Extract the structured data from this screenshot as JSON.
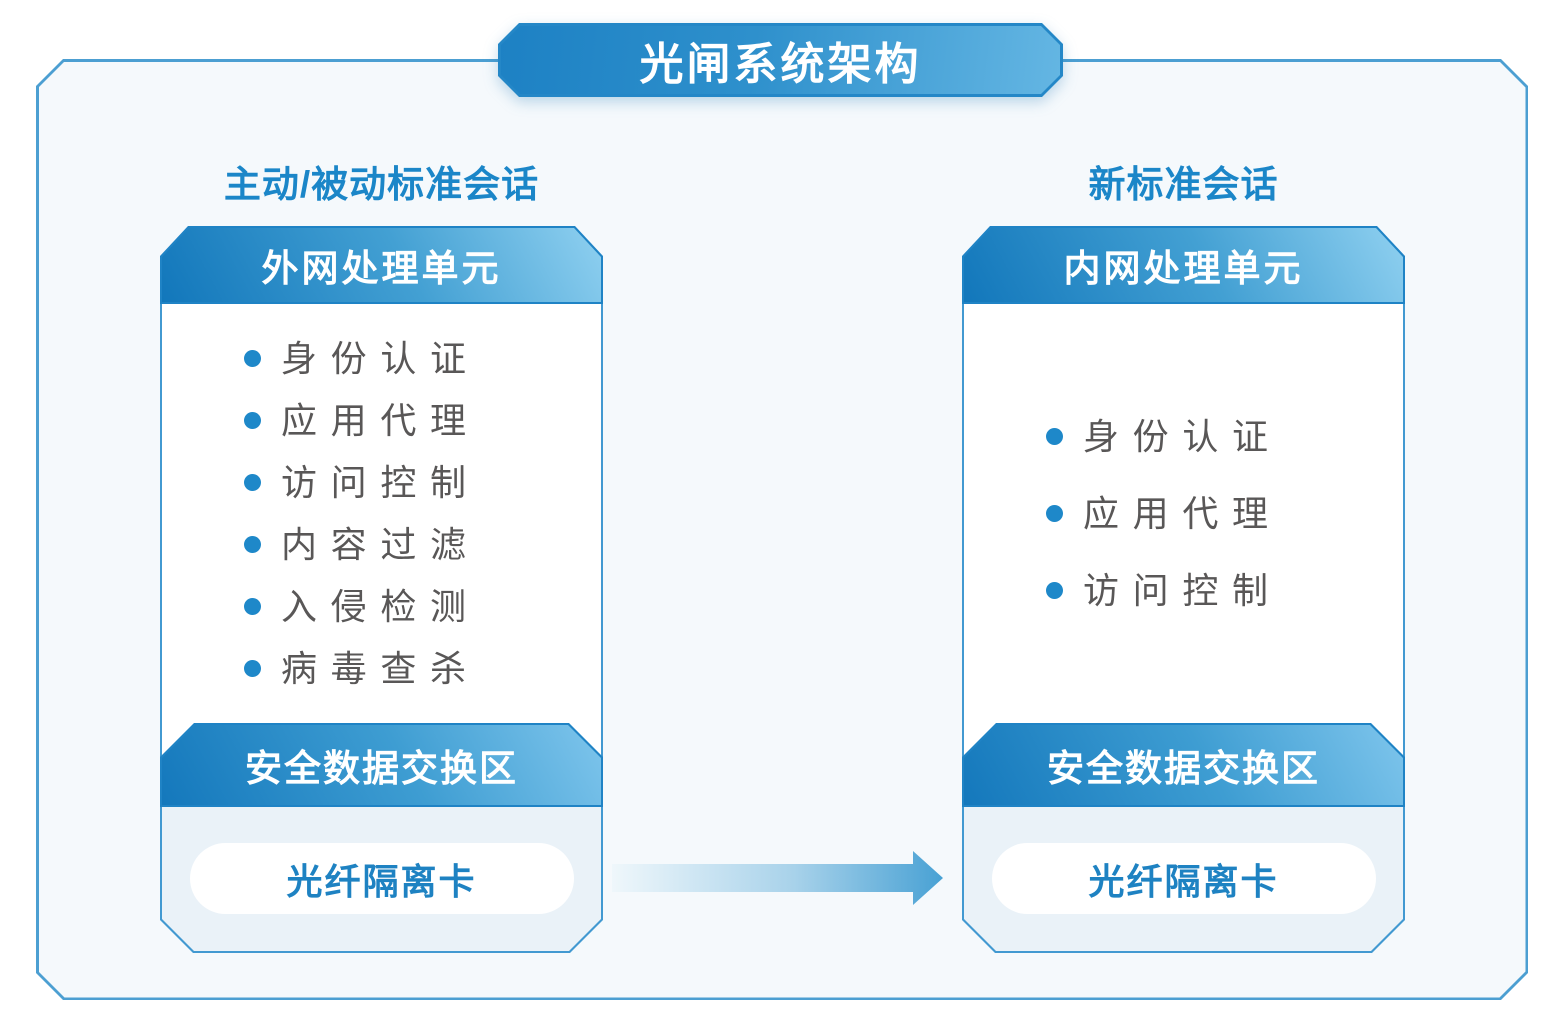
{
  "title": "光闸系统架构",
  "columns": [
    {
      "session_label": "主动/被动标准会话",
      "header": "外网处理单元",
      "items": [
        "身份认证",
        "应用代理",
        "访问控制",
        "内容过滤",
        "入侵检测",
        "病毒查杀"
      ],
      "exchange_label": "安全数据交换区",
      "pill_label": "光纤隔离卡"
    },
    {
      "session_label": "新标准会话",
      "header": "内网处理单元",
      "items": [
        "身份认证",
        "应用代理",
        "访问控制"
      ],
      "exchange_label": "安全数据交换区",
      "pill_label": "光纤隔离卡"
    }
  ],
  "colors": {
    "accent_dark": "#1277bb",
    "accent": "#1e86c8",
    "accent_light": "#8fd0f0",
    "panel_border": "#4c9fd2",
    "panel_bg": "#f5f9fc",
    "section_bg": "#eaf2f8",
    "text_gray": "#595757",
    "white": "#ffffff"
  }
}
